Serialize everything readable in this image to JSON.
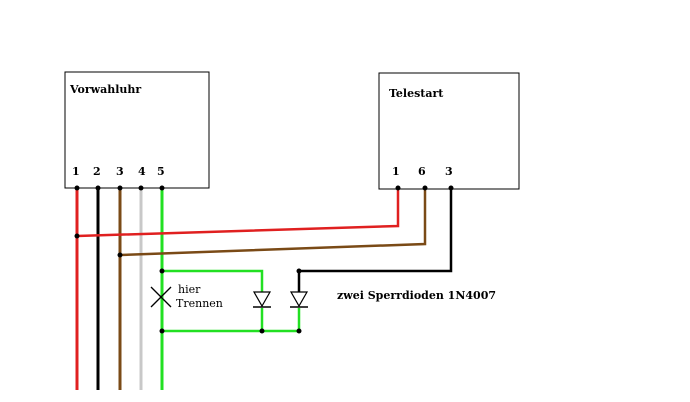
{
  "boxes": {
    "vorwahluhr": {
      "title": "Vorwahluhr",
      "pins": [
        "1",
        "2",
        "3",
        "4",
        "5"
      ]
    },
    "telestart": {
      "title": "Telestart",
      "pins": [
        "1",
        "6",
        "3"
      ]
    }
  },
  "annotations": {
    "cut_line1": "hier",
    "cut_line2": "Trennen",
    "diodes": "zwei Sperrdioden 1N4007"
  },
  "wire_colors": {
    "red": "#e02020",
    "black": "#000000",
    "brown": "#7a4a16",
    "gray": "#c8c8c8",
    "green": "#22e022"
  }
}
